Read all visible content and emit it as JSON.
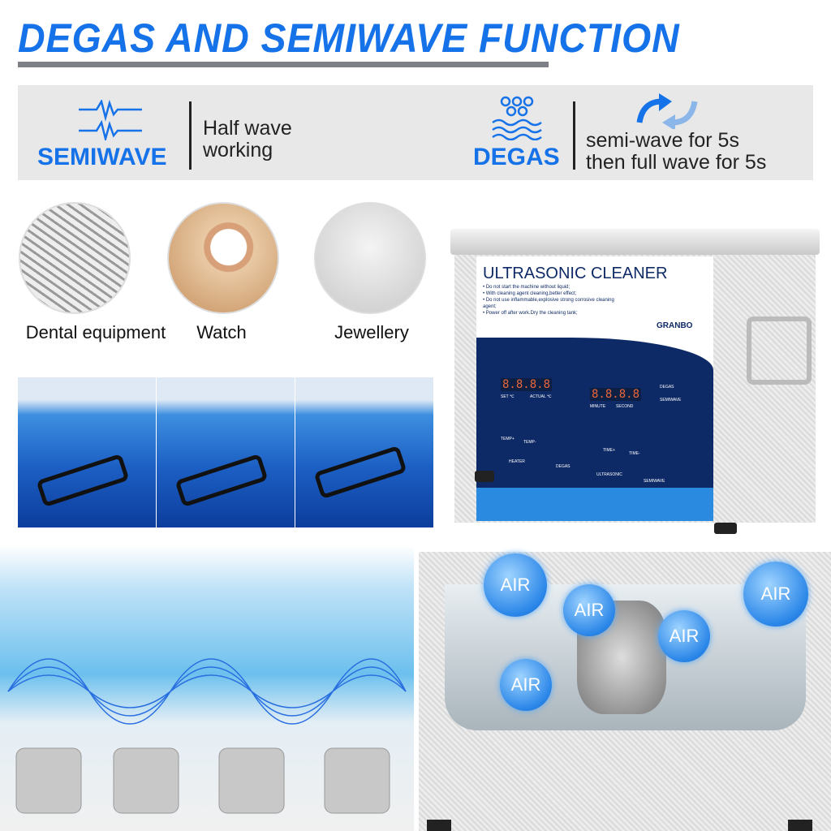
{
  "title": "DEGAS AND SEMIWAVE FUNCTION",
  "banner": {
    "semiwave": {
      "label": "SEMIWAVE",
      "desc_line1": "Half wave",
      "desc_line2": "working",
      "icon": "wave-pulse-icon"
    },
    "degas": {
      "label": "DEGAS",
      "desc_line1": "semi-wave for 5s",
      "desc_line2": "then full wave for 5s",
      "icon": "bubbles-wave-icon",
      "cycle_icon": "refresh-arrows-icon"
    }
  },
  "applications": [
    {
      "label": "Dental equipment"
    },
    {
      "label": "Watch"
    },
    {
      "label": "Jewellery"
    }
  ],
  "cleaner": {
    "title": "ULTRASONIC CLEANER",
    "brand": "GRANBO",
    "warnings": [
      "• Do not start the machine without liquid;",
      "• With cleaning agent cleaning,better effect;",
      "• Do not use inflammable,explosive strong corrosive cleaning agent;",
      "• Power off after work.Dry the cleaning tank;"
    ],
    "display1": "8.8.8.8",
    "display1_labels": [
      "SET ℃",
      "ACTUAL ℃"
    ],
    "display2": "8.8.8.8",
    "display2_labels": [
      "MINUTE",
      "SECOND"
    ],
    "indicators": [
      "DEGAS",
      "SEMIWAVE"
    ],
    "buttons": [
      "TEMP+",
      "TEMP-",
      "TIME+",
      "TIME-",
      "HEATER",
      "DEGAS",
      "ULTRASONIC",
      "SEMIWAVE"
    ]
  },
  "air_bubbles": [
    "AIR",
    "AIR",
    "AIR",
    "AIR",
    "AIR"
  ],
  "colors": {
    "accent": "#1672e8",
    "panel": "#0e2a66"
  }
}
